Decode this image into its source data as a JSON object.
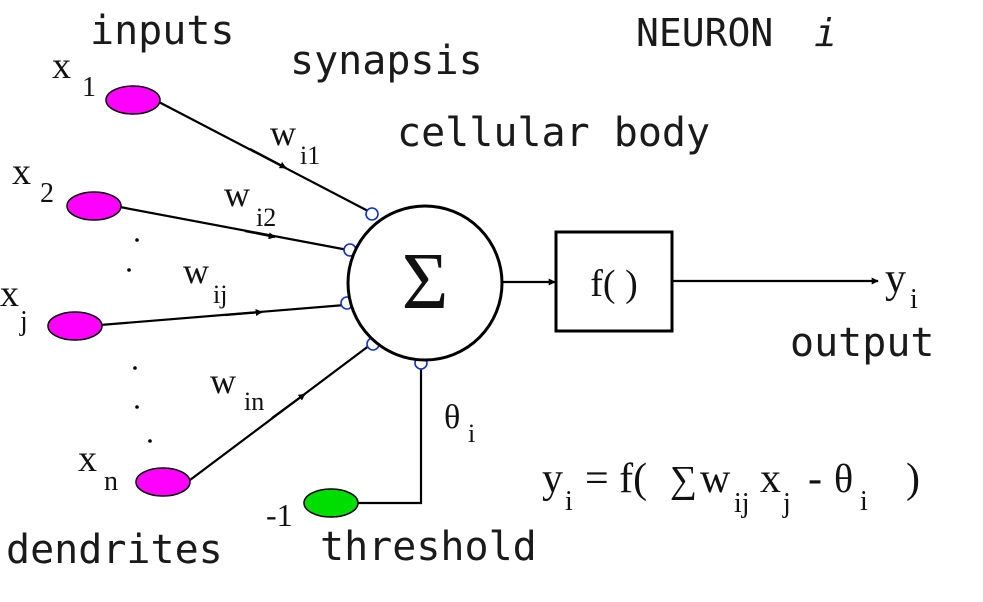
{
  "labels": {
    "inputs": "inputs",
    "synapsis": "synapsis",
    "neuron_word": "NEURON",
    "neuron_index": "i",
    "cellular_body": "cellular body",
    "output": "output",
    "dendrites": "dendrites",
    "threshold": "threshold"
  },
  "inputs": [
    {
      "var": "x",
      "sub": "1",
      "weight": "w",
      "weight_sub": "i1"
    },
    {
      "var": "x",
      "sub": "2",
      "weight": "w",
      "weight_sub": "i2"
    },
    {
      "var": "x",
      "sub": "j",
      "weight": "w",
      "weight_sub": "ij"
    },
    {
      "var": "x",
      "sub": "n",
      "weight": "w",
      "weight_sub": "in"
    }
  ],
  "sum_symbol": "Σ",
  "activation": "f( )",
  "output_var": "y",
  "output_sub": "i",
  "threshold_input": "-1",
  "theta": "θ",
  "theta_sub": "i",
  "formula": {
    "lhs": "y",
    "lhs_sub": "i",
    "eq": "= f(",
    "sigma": "∑",
    "w": "w",
    "w_sub": "ij",
    "x": "x",
    "x_sub": "j",
    "minus": "-",
    "theta": "θ",
    "theta_sub": "i",
    "close": ")"
  },
  "colors": {
    "input_node": "#ff00ff",
    "threshold_node": "#00dd00",
    "synapse": "#1030d0"
  }
}
